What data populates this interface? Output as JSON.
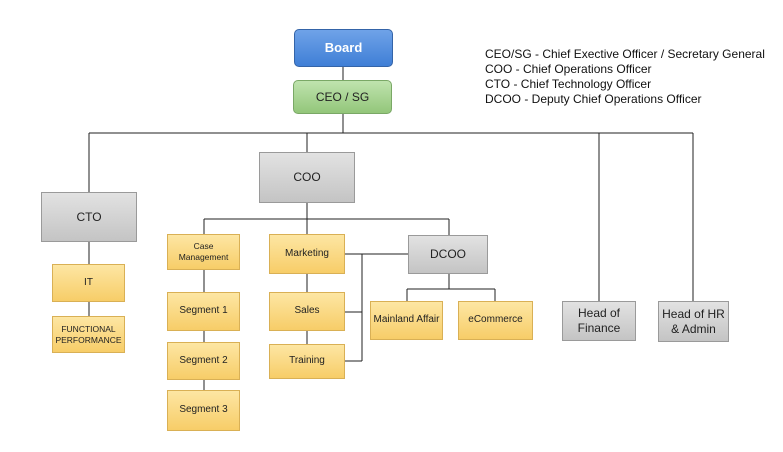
{
  "nodes": {
    "board": "Board",
    "ceo": "CEO / SG",
    "coo": "COO",
    "cto": "CTO",
    "it": "IT",
    "functional": "FUNCTIONAL PERFORMANCE",
    "case_mgmt": "Case Management",
    "segment1": "Segment 1",
    "segment2": "Segment 2",
    "segment3": "Segment 3",
    "marketing": "Marketing",
    "sales": "Sales",
    "training": "Training",
    "dcoo": "DCOO",
    "mainland": "Mainland Affair",
    "ecommerce": "eCommerce",
    "finance": "Head of Finance",
    "hr": "Head of HR & Admin"
  },
  "legend": [
    "CEO/SG -  Chief Exective Officer / Secretary General",
    "COO - Chief Operations Officer",
    "CTO - Chief Technology Officer",
    "DCOO - Deputy Chief Operations Officer"
  ],
  "colors": {
    "board": "#4a86d8",
    "ceo": "#a8d493",
    "gray_node": "#d0d0d0",
    "yellow_node": "#fbd77f",
    "connector": "#222222"
  }
}
